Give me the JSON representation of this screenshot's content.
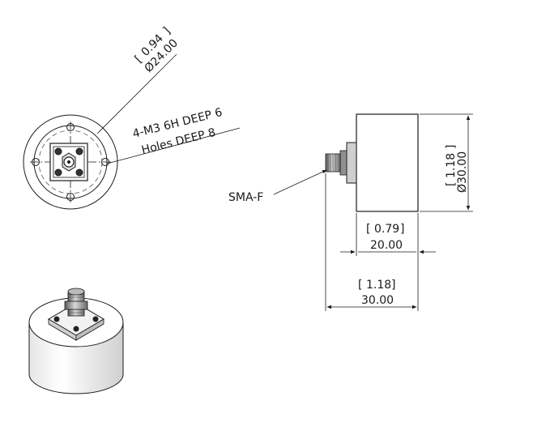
{
  "front_view": {
    "dia_inch": "0.94",
    "dia_mm": "Ø24.00",
    "holes_note_line1": "4-M3 6H DEEP 6",
    "holes_note_line2": "Holes DEEP 8"
  },
  "side_view": {
    "connector_label": "SMA-F",
    "height_inch": "1.18",
    "height_mm": "Ø30.00",
    "body_width_inch": "0.79",
    "body_width_mm": "20.00",
    "overall_width_inch": "1.18",
    "overall_width_mm": "30.00"
  },
  "colors": {
    "line": "#1a1a1a",
    "body_fill": "#ffffff",
    "connector_fill": "#9a9a9a"
  }
}
